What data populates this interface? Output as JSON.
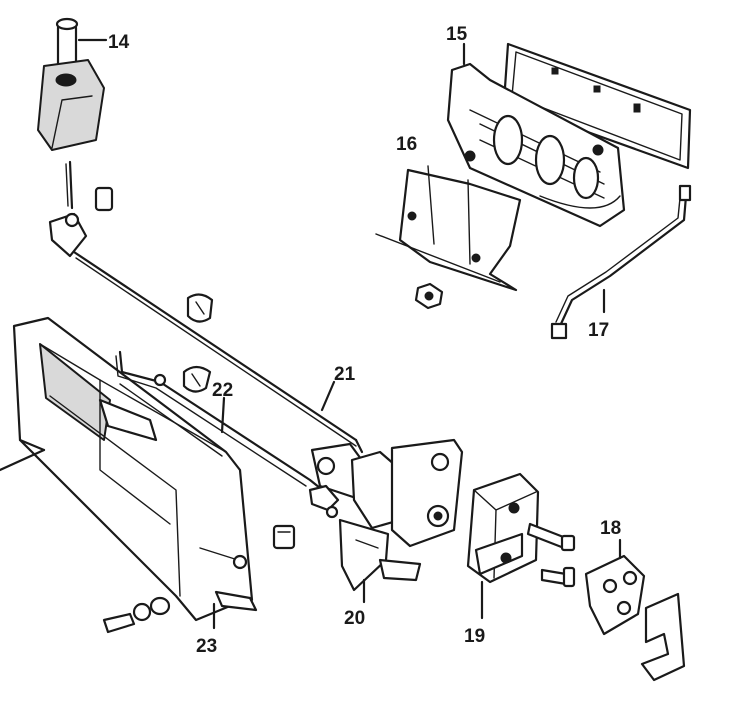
{
  "labels": {
    "p14": "14",
    "p15": "15",
    "p16": "16",
    "p17": "17",
    "p18": "18",
    "p19": "19",
    "p20": "20",
    "p21": "21",
    "p22": "22",
    "p23": "23"
  }
}
